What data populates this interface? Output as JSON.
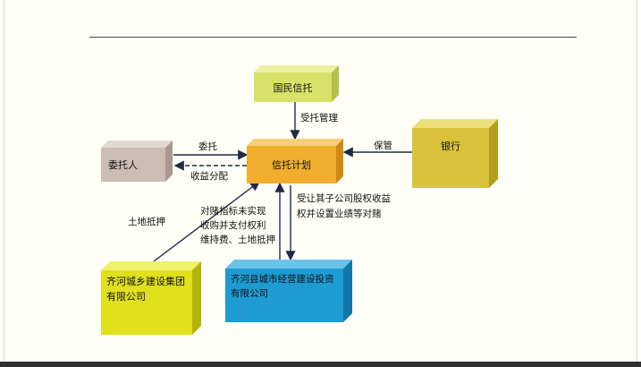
{
  "nodes": {
    "guomin": "国民信托",
    "trust_plan": "信托计划",
    "weituoren": "委托人",
    "bank": "银行",
    "qihe_group": "齐河城乡建设集团有限公司",
    "qihe_invest": "齐河县城市经营建设投资有限公司"
  },
  "edges": {
    "entrust_manage": "受托管理",
    "entrust": "委托",
    "income_dist": "收益分配",
    "custody": "保管",
    "land_pledge": "土地抵押",
    "vam_line1": "对赌指标未实现",
    "vam_line2": "收购并支付权利",
    "vam_line3": "维持费、土地抵押",
    "transfer_line1": "受让其子公司股权收益",
    "transfer_line2": "权并设置业绩等对赌"
  },
  "colors": {
    "olive_box": "#d8e26a",
    "gray_box": "#cbbcb6",
    "orange_box": "#f1ad2d",
    "bank_box": "#d9c23a",
    "yellow_box": "#e0e01c",
    "blue_box": "#1f9bd4",
    "arrow": "#1f2a44"
  }
}
